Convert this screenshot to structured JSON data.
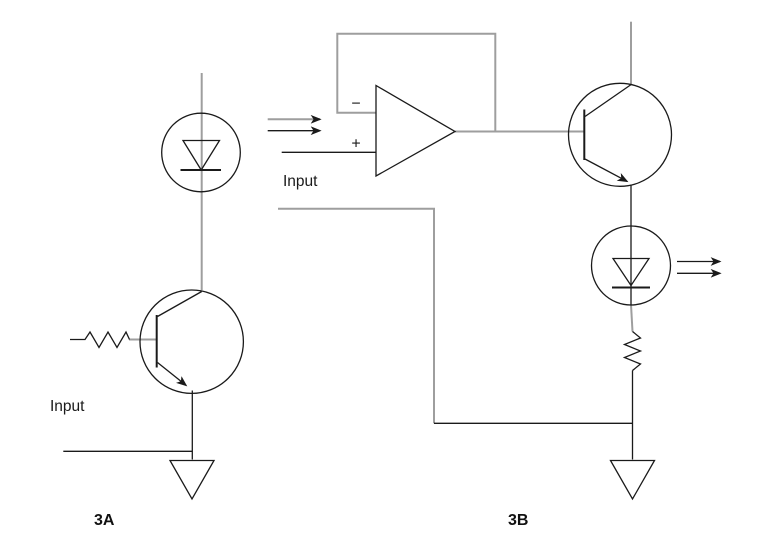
{
  "colors": {
    "background": "#ffffff",
    "wire_black": "#1a1a1a",
    "wire_gray": "#9e9e9e",
    "text": "#1a1a1a"
  },
  "circuits": [
    {
      "label": "3A",
      "input_label": "Input",
      "symbols": [
        "photodiode",
        "npn-transistor",
        "base-resistor",
        "ground"
      ]
    },
    {
      "label": "3B",
      "input_label": "Input",
      "opamp_minus": "−",
      "opamp_plus": "+",
      "symbols": [
        "opamp",
        "npn-transistor",
        "led",
        "series-resistor",
        "ground"
      ]
    }
  ]
}
